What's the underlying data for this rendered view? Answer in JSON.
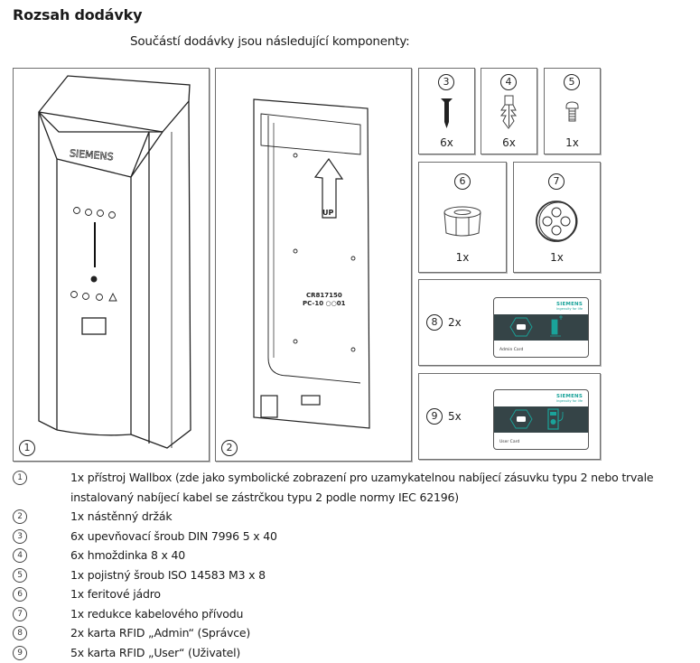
{
  "page": {
    "title": "Rozsah dodávky",
    "subtitle": "Součástí dodávky jsou následující komponenty:"
  },
  "figures": {
    "wallbox": {
      "number": "1",
      "brand": "SIEMENS"
    },
    "wall_bracket": {
      "number": "2",
      "label_up": "UP",
      "part_code": "CR817150",
      "part_code2": "PC-10 ○○01"
    },
    "screw": {
      "number": "3",
      "qty": "6x"
    },
    "dowel": {
      "number": "4",
      "qty": "6x"
    },
    "locking_screw": {
      "number": "5",
      "qty": "1x"
    },
    "ferrite_core": {
      "number": "6",
      "qty": "1x"
    },
    "cable_reducer": {
      "number": "7",
      "qty": "1x"
    },
    "admin_card": {
      "number": "8",
      "qty": "2x",
      "brand": "SIEMENS",
      "tagline": "Ingenuity for life",
      "card_label": "Admin Card"
    },
    "user_card": {
      "number": "9",
      "qty": "5x",
      "brand": "SIEMENS",
      "tagline": "Ingenuity for life",
      "card_label": "User Card"
    }
  },
  "legend": [
    {
      "number": "1",
      "text": "1x přístroj Wallbox (zde jako symbolické zobrazení pro uzamykatelnou nabíjecí zásuvku typu 2 nebo trvale instalovaný nabíjecí kabel se zástrčkou typu 2 podle normy IEC 62196)"
    },
    {
      "number": "2",
      "text": "1x nástěnný držák"
    },
    {
      "number": "3",
      "text": "6x upevňovací šroub DIN 7996 5 x 40"
    },
    {
      "number": "4",
      "text": "6x hmoždinka 8 x 40"
    },
    {
      "number": "5",
      "text": "1x pojistný šroub ISO 14583 M3 x 8"
    },
    {
      "number": "6",
      "text": "1x feritové jádro"
    },
    {
      "number": "7",
      "text": "1x redukce kabelového přívodu"
    },
    {
      "number": "8",
      "text": "2x karta RFID „Admin“ (Správce)"
    },
    {
      "number": "9",
      "text": "5x karta RFID „User“ (Uživatel)"
    }
  ],
  "colors": {
    "accent_teal": "#1aa39a",
    "card_band": "#354447",
    "border": "#6e6e6e"
  }
}
